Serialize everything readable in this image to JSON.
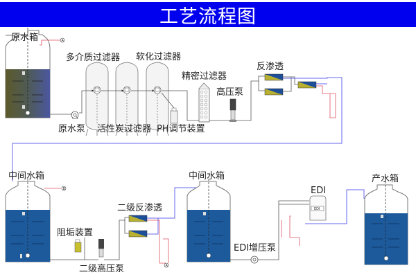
{
  "title": "工艺流程图",
  "colors": {
    "banner": "#0000ee",
    "raw_water": "#5a5a30",
    "tank_water": "#1d5a9c",
    "product_line": "#6666ee",
    "concentrate_line": "#e05060",
    "pipe": "#555555"
  },
  "labels": {
    "raw_tank": "原水箱",
    "multimedia_filter": "多介质过滤器",
    "softener": "软化过滤器",
    "raw_pump": "原水泵",
    "carbon_filter": "活性炭过滤器",
    "ph_device": "PH调节装置",
    "precision_filter": "精密过滤器",
    "hp_pump": "高压泵",
    "ro": "反渗透",
    "mid_tank_1": "中间水箱",
    "antiscalant": "阻垢装置",
    "ro2": "二级反渗透",
    "hp_pump2": "二级高压泵",
    "mid_tank_2": "中间水箱",
    "edi_pump": "EDI增压泵",
    "edi": "EDI",
    "edi_panel": "EDI",
    "product_tank": "产水箱"
  },
  "markers": {
    "a": "A",
    "b": "B"
  }
}
